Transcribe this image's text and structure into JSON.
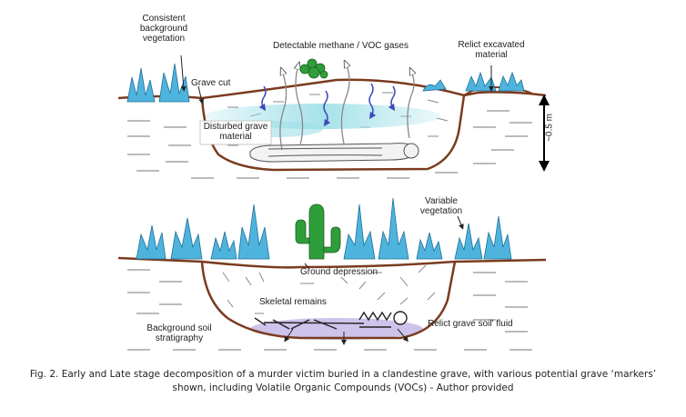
{
  "diagram": {
    "top_panel": {
      "labels": {
        "consistent_vegetation": "Consistent background vegetation",
        "methane_gases": "Detectable methane / VOC gases",
        "relict_material": "Relict excavated material",
        "grave_cut": "Grave cut",
        "disturbed_material": "Disturbed grave material",
        "depth": "~0.5 m"
      }
    },
    "bottom_panel": {
      "labels": {
        "variable_vegetation": "Variable vegetation",
        "ground_depression": "Ground depression",
        "skeletal_remains": "Skeletal remains",
        "background_soil": "Background soil stratigraphy",
        "relict_fluid": "Relict grave soil' fluid"
      }
    },
    "colors": {
      "ground_line": "#7a3b1f",
      "vegetation": "#4fb4dd",
      "green_plant": "#2e9e3a",
      "gas_arrow": "#3f49b8",
      "methane_cloud": "#9ddfe8",
      "fluid_stain": "#c6b8e6"
    }
  },
  "caption": "Fig. 2. Early and Late stage decomposition of a murder victim buried in a clandestine grave, with various potential grave ‘markers’ shown, including Volatile Organic Compounds (VOCs) - Author provided"
}
